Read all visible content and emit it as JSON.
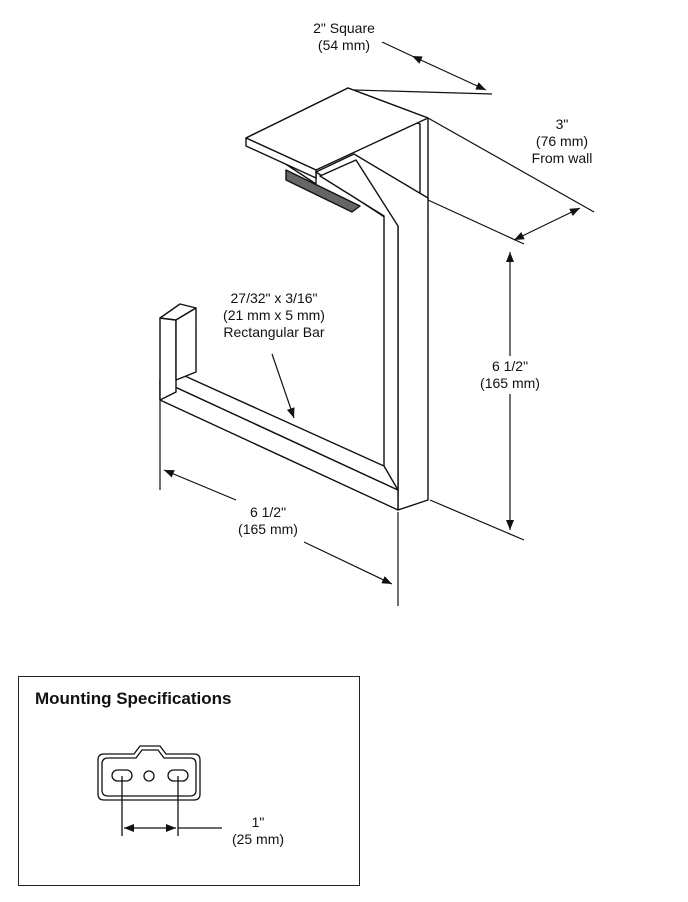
{
  "dimensions": {
    "square": {
      "line1": "2\" Square",
      "line2": "(54 mm)"
    },
    "depth": {
      "line1": "3\"",
      "line2": "(76 mm)",
      "line3": "From wall"
    },
    "bar": {
      "line1": "27/32\" x 3/16\"",
      "line2": "(21 mm x 5 mm)",
      "line3": "Rectangular Bar"
    },
    "height": {
      "line1": "6 1/2\"",
      "line2": "(165 mm)"
    },
    "width": {
      "line1": "6 1/2\"",
      "line2": "(165 mm)"
    }
  },
  "mounting": {
    "title": "Mounting Specifications",
    "spacing": {
      "line1": "1\"",
      "line2": "(25 mm)"
    }
  },
  "colors": {
    "line": "#111111",
    "background": "#ffffff"
  }
}
